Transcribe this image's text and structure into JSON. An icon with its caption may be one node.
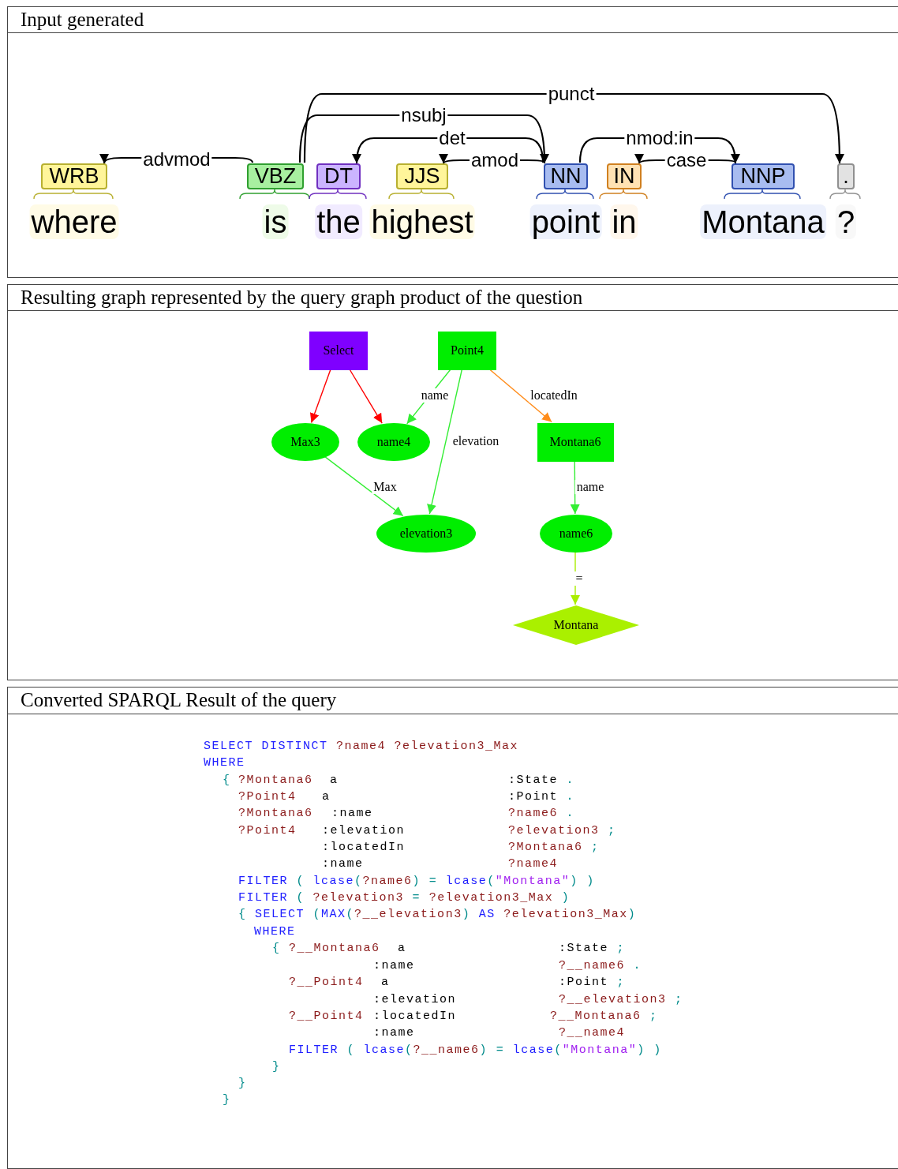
{
  "diagram": {
    "nodes": [
      {
        "text": [
          "Input generated"
        ]
      },
      {
        "text": [
          "WRB"
        ],
        "beside": [
          "where"
        ],
        "in": 0
      },
      {
        "text": [
          "VBZ"
        ],
        "beside": [
          "is"
        ],
        "in": 0
      },
      {
        "text": [
          "DT"
        ],
        "beside": [
          "the"
        ],
        "in": 0
      },
      {
        "text": [
          "JJS"
        ],
        "beside": [
          "highest"
        ],
        "in": 0
      },
      {
        "text": [
          "NN"
        ],
        "beside": [
          "point"
        ],
        "in": 0
      },
      {
        "text": [
          "IN"
        ],
        "beside": [
          "in"
        ],
        "in": 0
      },
      {
        "text": [
          "NNP"
        ],
        "beside": [
          "Montana"
        ],
        "in": 0
      },
      {
        "text": [
          "."
        ],
        "beside": [
          "?"
        ],
        "in": 0
      },
      {
        "text": [
          "Resulting graph represented by the query graph product of the question"
        ]
      },
      {
        "text": [
          "Select"
        ],
        "in": 9
      },
      {
        "text": [
          "Point4"
        ],
        "in": 9
      },
      {
        "text": [
          "Max3"
        ],
        "in": 9
      },
      {
        "text": [
          "name4"
        ],
        "in": 9
      },
      {
        "text": [
          "Montana6"
        ],
        "in": 9
      },
      {
        "text": [
          "elevation3"
        ],
        "in": 9
      },
      {
        "text": [
          "name6"
        ],
        "in": 9
      },
      {
        "text": [
          "Montana"
        ],
        "in": 9
      },
      {
        "text": [
          "Converted SPARQL Result of the query"
        ]
      }
    ],
    "edges": [
      {
        "from": 2,
        "to": 1,
        "arrow": "to",
        "label": "advmod"
      },
      {
        "from": 2,
        "to": 5,
        "arrow": "to",
        "label": "nsubj"
      },
      {
        "from": 5,
        "to": 3,
        "arrow": "to",
        "label": "det"
      },
      {
        "from": 5,
        "to": 4,
        "arrow": "to",
        "label": "amod"
      },
      {
        "from": 2,
        "to": 8,
        "arrow": "to",
        "label": "punct"
      },
      {
        "from": 5,
        "to": 7,
        "arrow": "to",
        "label": "nmod:in"
      },
      {
        "from": 7,
        "to": 6,
        "arrow": "to",
        "label": "case"
      },
      {
        "from": 10,
        "to": 12,
        "arrow": "to",
        "color": "#ff0000"
      },
      {
        "from": 10,
        "to": 13,
        "arrow": "to",
        "color": "#ff0000"
      },
      {
        "from": 11,
        "to": 13,
        "arrow": "to",
        "label": "name",
        "color": "#33ee33"
      },
      {
        "from": 11,
        "to": 15,
        "arrow": "to",
        "label": "elevation",
        "color": "#33ee33"
      },
      {
        "from": 11,
        "to": 14,
        "arrow": "to",
        "label": "locatedIn",
        "color": "#ff8c1a"
      },
      {
        "from": 12,
        "to": 15,
        "arrow": "to",
        "label": "Max",
        "color": "#33ee33"
      },
      {
        "from": 14,
        "to": 16,
        "arrow": "to",
        "label": "name",
        "color": "#33ee33"
      },
      {
        "from": 16,
        "to": 17,
        "arrow": "to",
        "label": "=",
        "color": "#aaee00"
      }
    ],
    "labels": [
      "SELECT DISTINCT ?name4 ?elevation3_Max",
      "WHERE",
      "{",
      "?Montana6",
      "a",
      ":State .",
      "?Point4",
      "a",
      ":Point .",
      "?Montana6",
      ":name",
      "?name6 .",
      "?Point4",
      ":elevation",
      "?elevation3 ;",
      ":locatedIn",
      "?Montana6 ;",
      ":name",
      "?name4",
      "FILTER ( lcase(?name6) = lcase(\"Montana\") )",
      "FILTER ( ?elevation3 = ?elevation3_Max )",
      "{ SELECT (MAX(?__elevation3) AS ?elevation3_Max)",
      "WHERE",
      "{",
      "?__Montana6",
      "a",
      ":State ;",
      ":name",
      "?__name6 .",
      "?__Point4",
      "a",
      ":Point ;",
      ":elevation",
      "?__elevation3 ;",
      "?__Point4",
      ":locatedIn",
      "?__Montana6 ;",
      ":name",
      "?__name4",
      "FILTER ( lcase(?__name6) = lcase(\"Montana\") )",
      "}",
      "}",
      "}"
    ]
  }
}
